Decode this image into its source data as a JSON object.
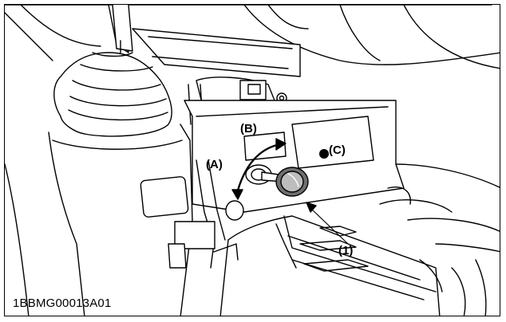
{
  "figure": {
    "labels": {
      "a": "(A)",
      "b": "(B)",
      "c": "(C)",
      "part1": "(1)"
    },
    "code": "1BBMG00013A01"
  },
  "colors": {
    "line": "#000000",
    "fill": "#ffffff",
    "shade": "#d9d9d9",
    "knob": "#6f6f6f"
  },
  "icons": {
    "rotation_arrow": "curved-double-arrow-icon",
    "dot": "filled-circle-icon"
  }
}
